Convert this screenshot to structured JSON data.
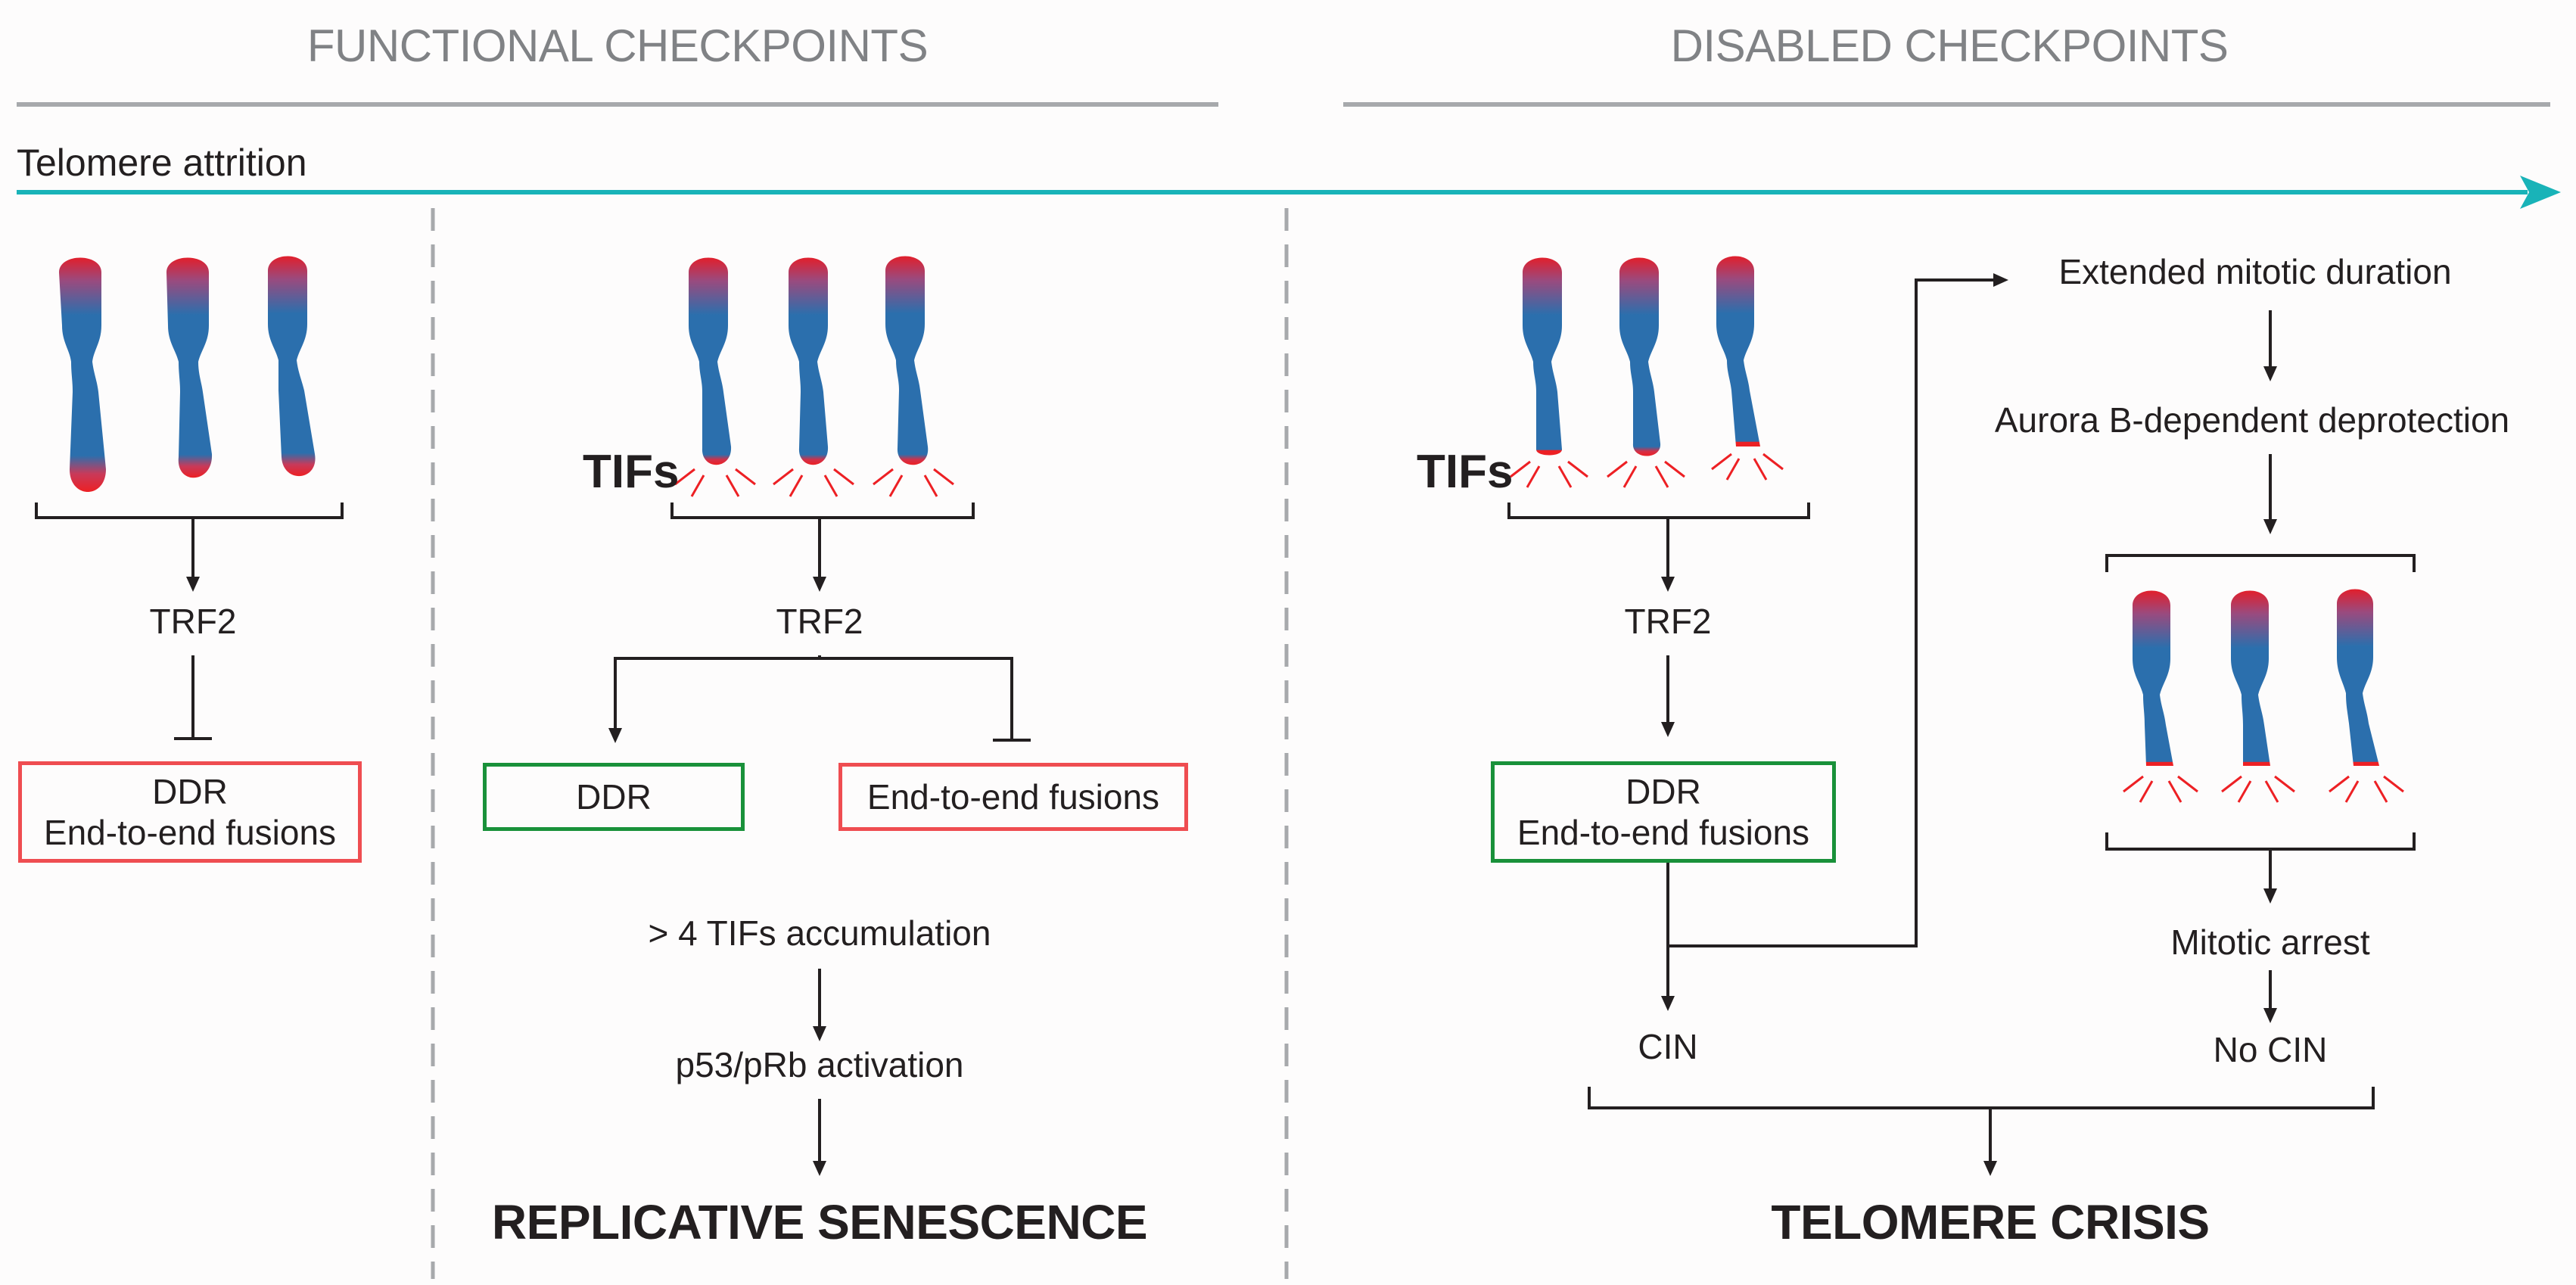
{
  "headers": {
    "functional": "FUNCTIONAL CHECKPOINTS",
    "disabled": "DISABLED CHECKPOINTS"
  },
  "axis_label": "Telomere attrition",
  "colors": {
    "teal_arrow": "#19b3b8",
    "chromosome_blue": "#2b6fad",
    "telomere_red": "#ed2024",
    "box_red": "#ef4d51",
    "box_green": "#19913a",
    "header_gray": "#808285"
  },
  "panel1": {
    "trf2": "TRF2",
    "box_line1": "DDR",
    "box_line2": "End-to-end fusions"
  },
  "panel2": {
    "tifs": "TIFs",
    "trf2": "TRF2",
    "ddr": "DDR",
    "fusions": "End-to-end fusions",
    "accumulation": "> 4 TIFs accumulation",
    "activation": "p53/pRb activation",
    "outcome": "REPLICATIVE SENESCENCE"
  },
  "panel3": {
    "tifs": "TIFs",
    "trf2": "TRF2",
    "box_line1": "DDR",
    "box_line2": "End-to-end fusions",
    "cin": "CIN",
    "extended": "Extended mitotic duration",
    "aurora": "Aurora B-dependent deprotection",
    "arrest": "Mitotic arrest",
    "no_cin": "No CIN",
    "outcome": "TELOMERE CRISIS"
  }
}
